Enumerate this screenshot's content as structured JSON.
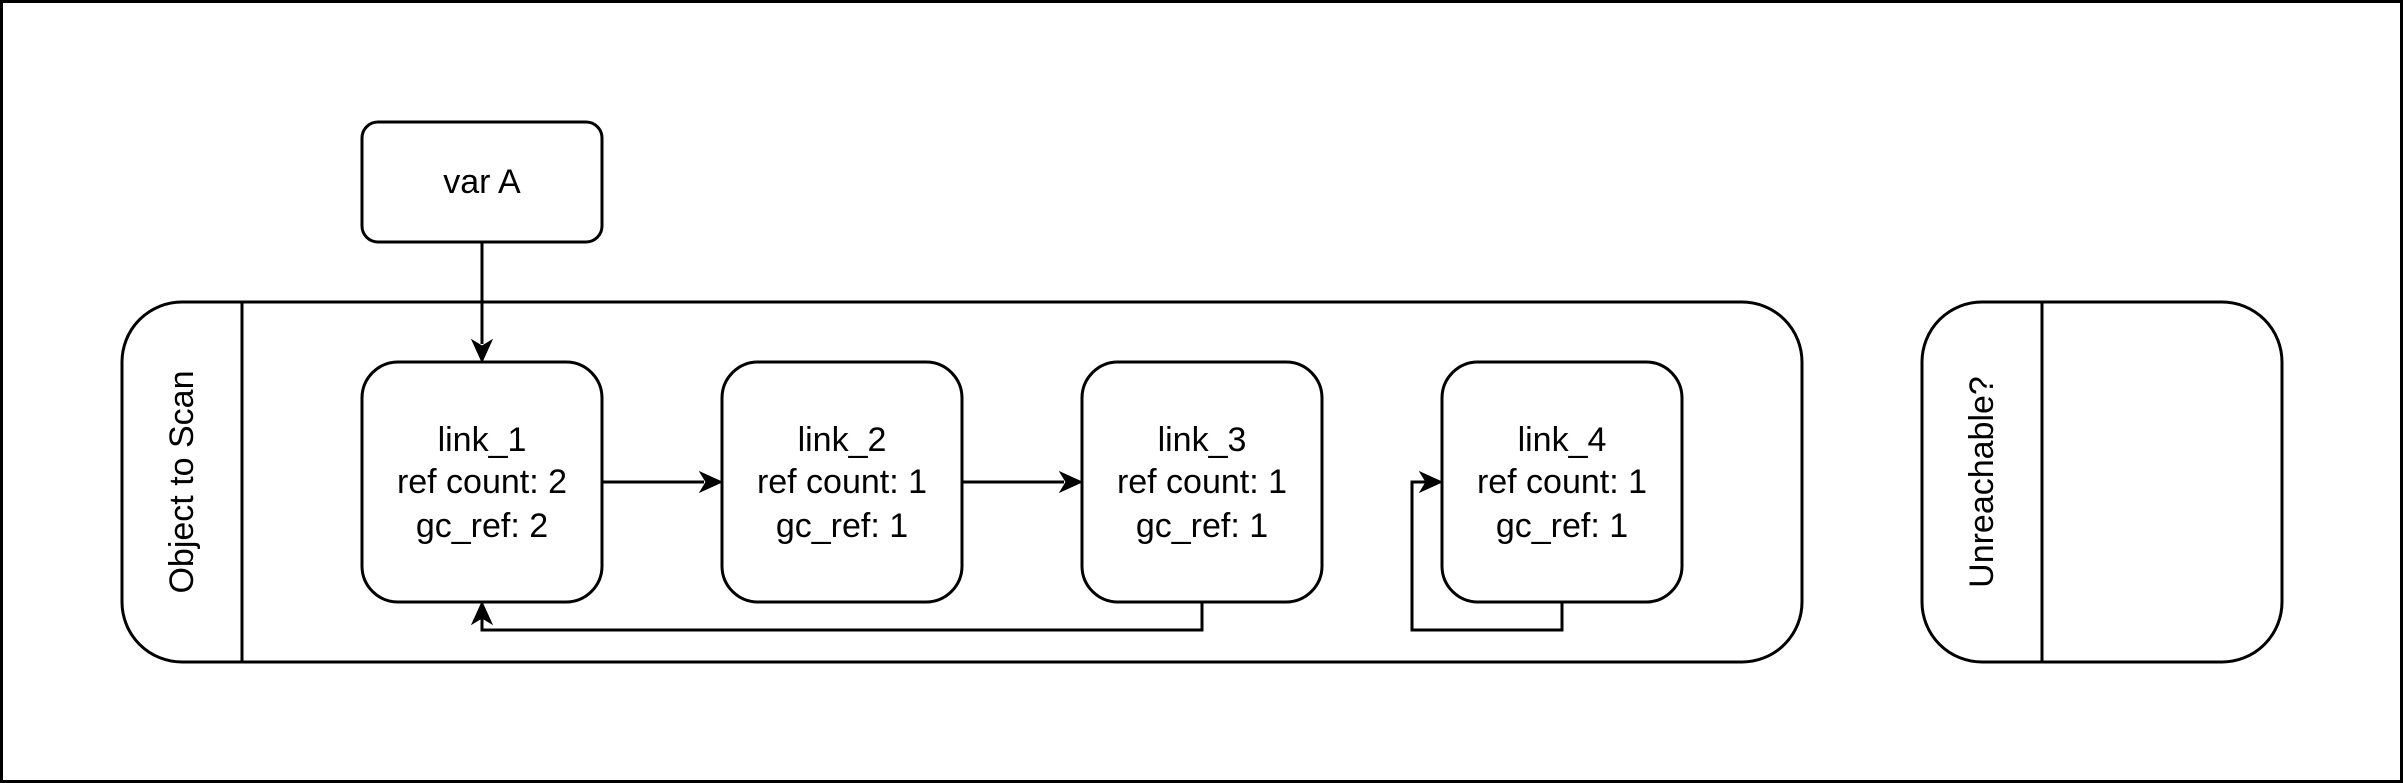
{
  "var_a": {
    "label": "var A"
  },
  "lanes": {
    "scan": {
      "title": "Object to Scan"
    },
    "unreachable": {
      "title": "Unreachable?"
    }
  },
  "nodes": [
    {
      "id": "link_1",
      "name": "link_1",
      "ref_count": "ref count: 2",
      "gc_ref": "gc_ref: 2"
    },
    {
      "id": "link_2",
      "name": "link_2",
      "ref_count": "ref count: 1",
      "gc_ref": "gc_ref: 1"
    },
    {
      "id": "link_3",
      "name": "link_3",
      "ref_count": "ref count: 1",
      "gc_ref": "gc_ref: 1"
    },
    {
      "id": "link_4",
      "name": "link_4",
      "ref_count": "ref count: 1",
      "gc_ref": "gc_ref: 1"
    }
  ],
  "edges": [
    {
      "from": "var A",
      "to": "link_1"
    },
    {
      "from": "link_1",
      "to": "link_2"
    },
    {
      "from": "link_2",
      "to": "link_3"
    },
    {
      "from": "link_3",
      "to": "link_1"
    },
    {
      "from": "link_4",
      "to": "link_4"
    }
  ]
}
